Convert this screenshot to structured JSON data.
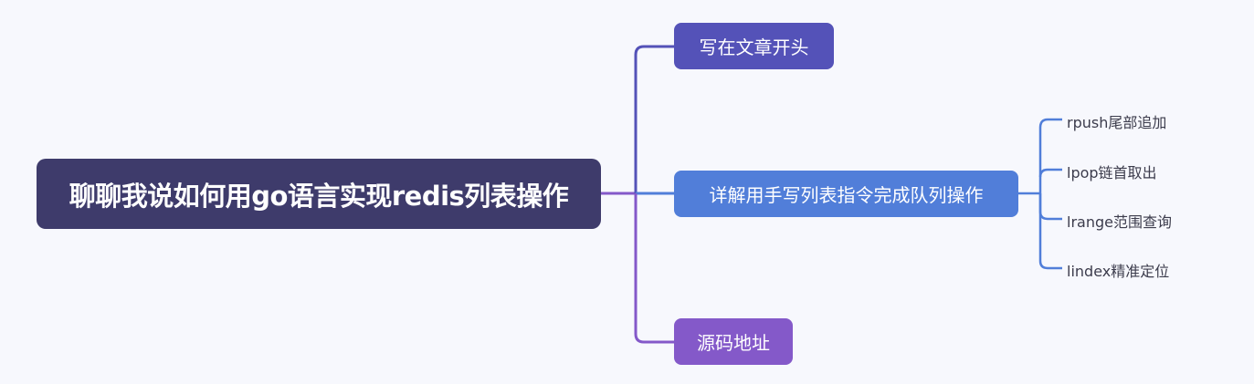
{
  "mindmap": {
    "root": {
      "label": "聊聊我说如何用go语言实现redis列表操作",
      "color": "#3e3b6b"
    },
    "branches": [
      {
        "label": "写在文章开头",
        "color": "#5452b8",
        "children": []
      },
      {
        "label": "详解用手写列表指令完成队列操作",
        "color": "#517ed9",
        "children": [
          {
            "label": "rpush尾部追加"
          },
          {
            "label": "lpop链首取出"
          },
          {
            "label": "lrange范围查询"
          },
          {
            "label": "lindex精准定位"
          }
        ]
      },
      {
        "label": "源码地址",
        "color": "#8459c9",
        "children": []
      }
    ],
    "background": "#f7f8fd",
    "leaf_text_color": "#3c3c4c"
  }
}
